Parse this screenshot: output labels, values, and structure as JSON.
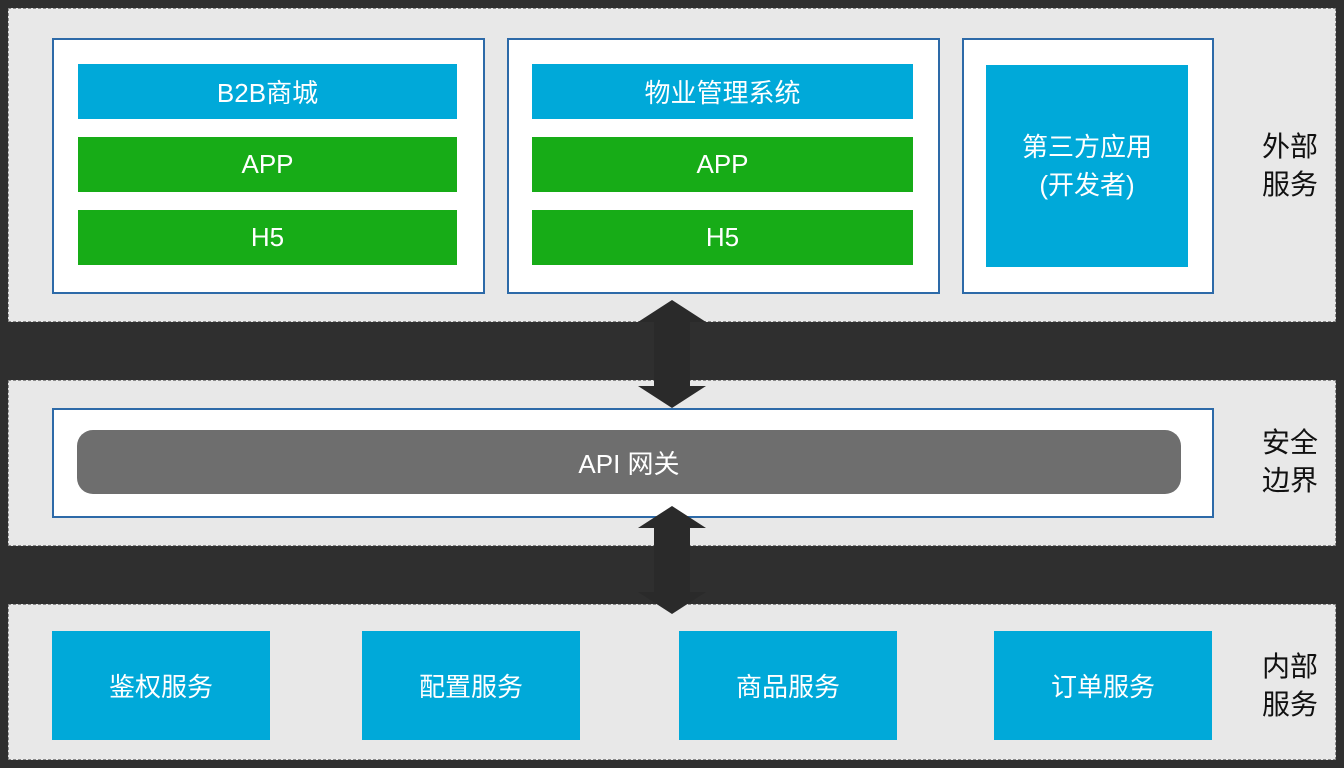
{
  "external": {
    "group_b2b": {
      "title": "B2B商城",
      "app": "APP",
      "h5": "H5"
    },
    "group_property": {
      "title": "物业管理系统",
      "app": "APP",
      "h5": "H5"
    },
    "third_party": {
      "line1": "第三方应用",
      "line2": "(开发者)"
    },
    "label": {
      "line1": "外部",
      "line2": "服务"
    }
  },
  "security": {
    "gateway": "API 网关",
    "label": {
      "line1": "安全",
      "line2": "边界"
    }
  },
  "internal": {
    "services": [
      "鉴权服务",
      "配置服务",
      "商品服务",
      "订单服务"
    ],
    "label": {
      "line1": "内部",
      "line2": "服务"
    }
  },
  "colors": {
    "service_blue": "#00a9d9",
    "client_green": "#17ac17",
    "gateway_gray": "#6e6e6e",
    "panel_border": "#2d6aa8",
    "band_bg": "#e8e8e8",
    "page_bg": "#2f2f2f",
    "arrow": "#2a2a2a"
  },
  "icons": {
    "arrow_external_security": "double-arrow-vertical-icon",
    "arrow_security_internal": "double-arrow-vertical-icon"
  }
}
